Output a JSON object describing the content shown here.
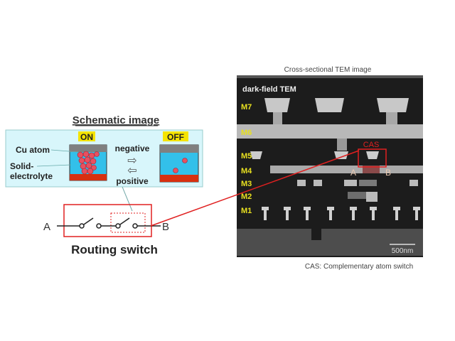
{
  "schematic": {
    "title": "Schematic image",
    "on_label": "ON",
    "off_label": "OFF",
    "cu_atom_label": "Cu atom",
    "solid_label_1": "Solid-",
    "solid_label_2": "electrolyte",
    "negative_label": "negative",
    "positive_label": "positive",
    "arrow_right": "⇨",
    "arrow_left": "⇦"
  },
  "routing": {
    "terminal_a": "A",
    "terminal_b": "B",
    "title": "Routing switch"
  },
  "tem": {
    "caption": "Cross-sectional TEM image",
    "mode_label": "dark-field TEM",
    "layers": [
      "M7",
      "M6",
      "M5",
      "M4",
      "M3",
      "M2",
      "M1"
    ],
    "cas_label": "CAS",
    "terminal_a": "A",
    "terminal_b": "B",
    "scale_bar": "500nm",
    "footnote": "CAS: Complementary atom switch"
  },
  "colors": {
    "red": "#e02020",
    "callout_bg": "#d8f6fb",
    "electrolyte": "#33c0ea",
    "label_yellow": "#f5e400"
  }
}
